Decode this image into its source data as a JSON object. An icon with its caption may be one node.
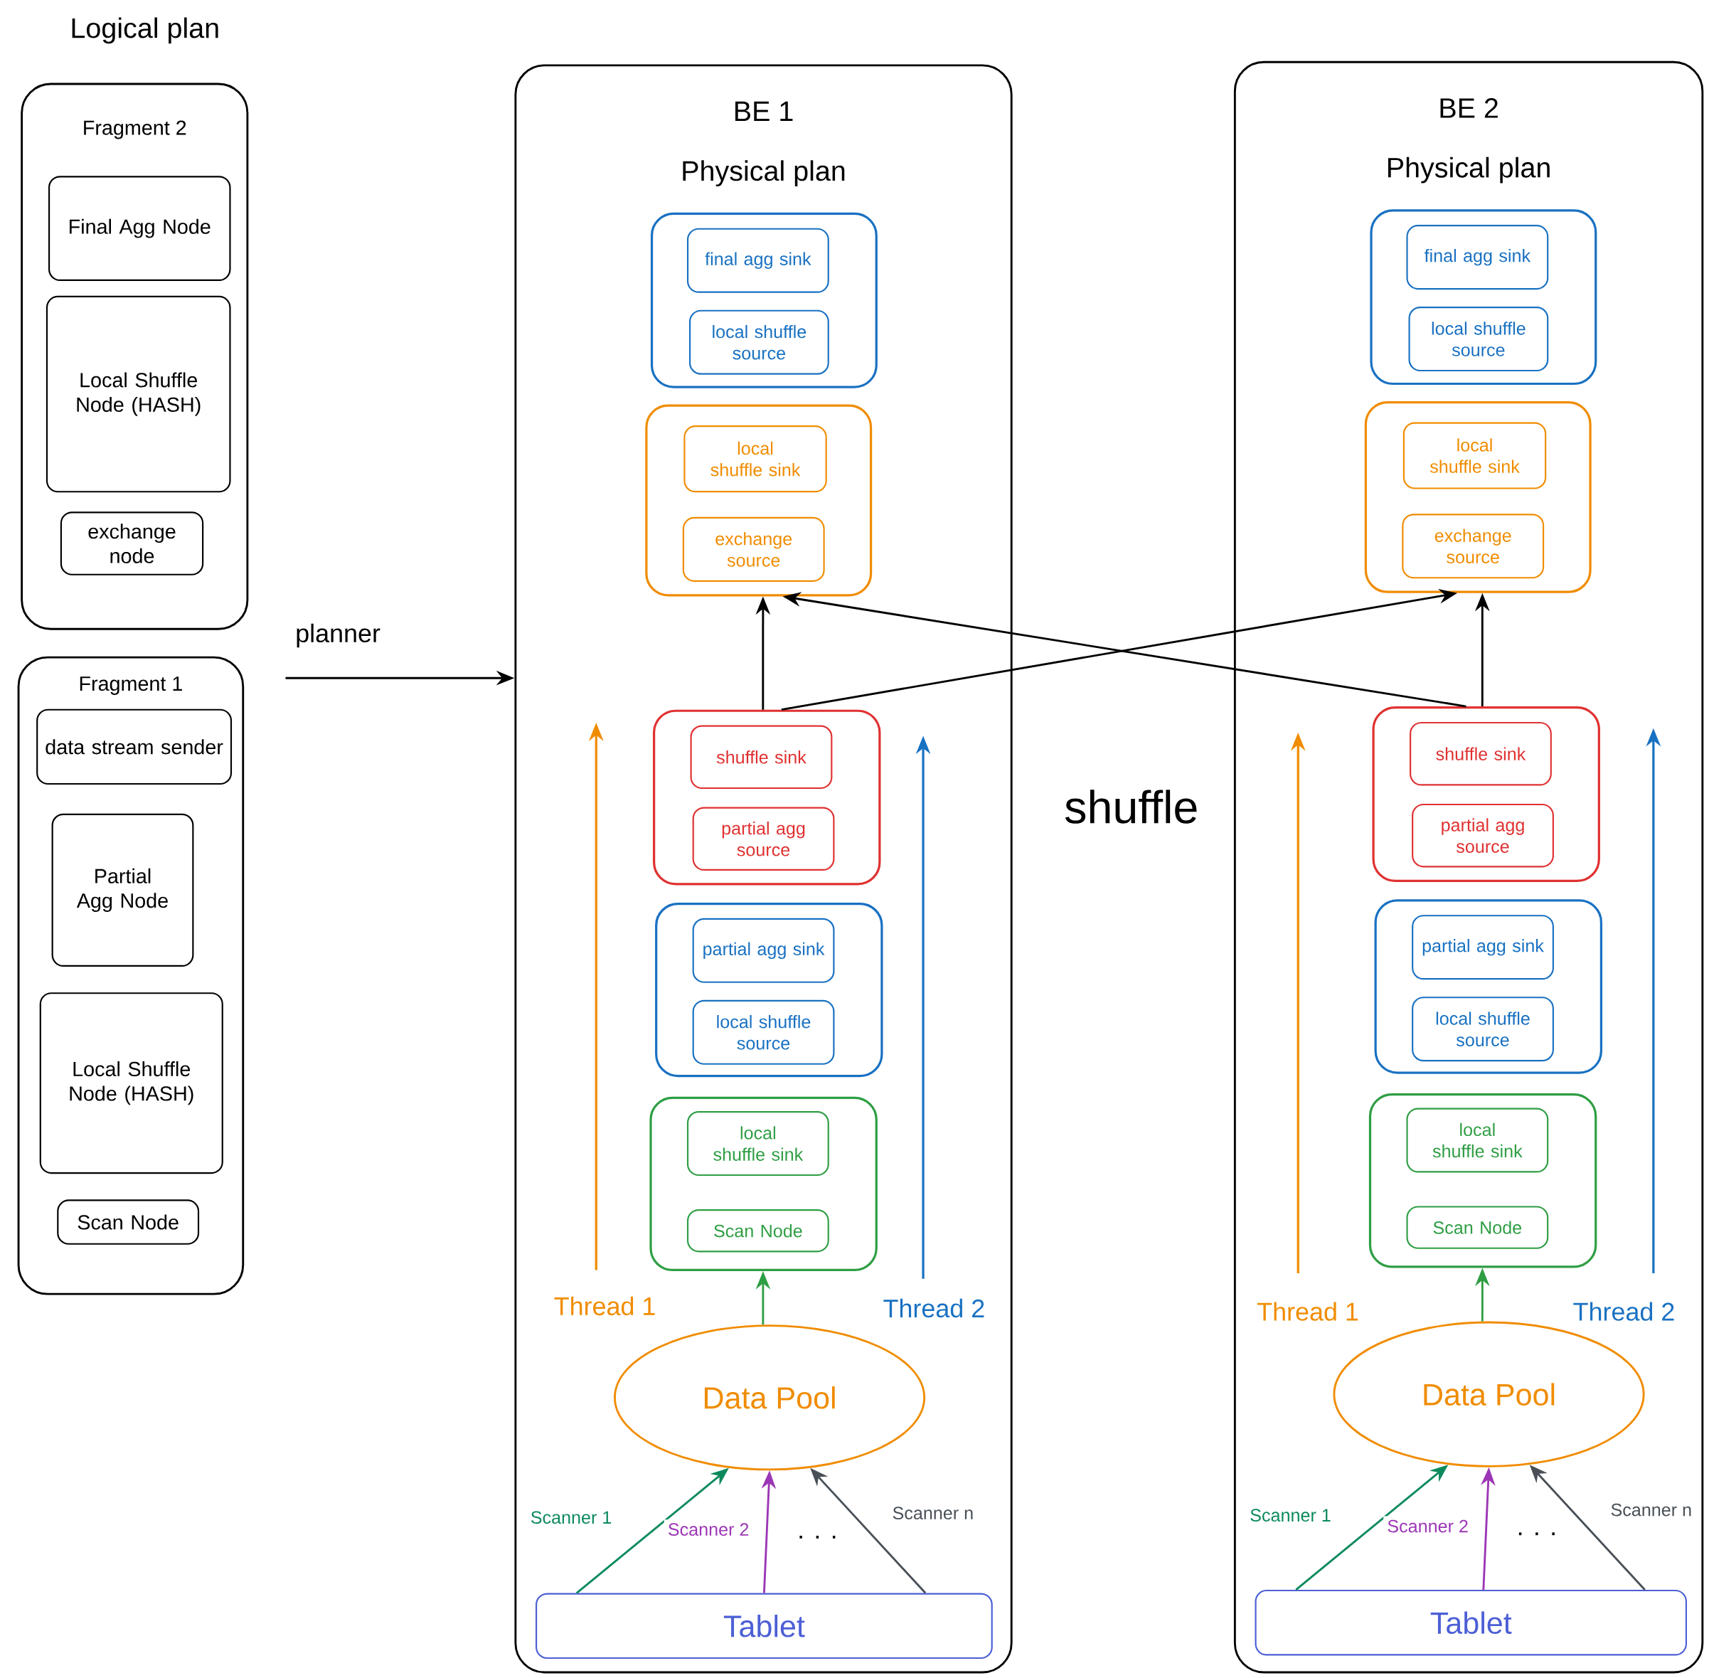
{
  "diagram": {
    "nodes": [
      {
        "text": [
          "Fragment 2"
        ]
      },
      {
        "text": [
          "Final Agg Node"
        ],
        "in": 0
      },
      {
        "text": [
          "Local Shuffle Node (HASH)"
        ],
        "in": 0
      },
      {
        "text": [
          "exchange node"
        ],
        "in": 0
      },
      {
        "text": [
          "Fragment 1"
        ]
      },
      {
        "text": [
          "data stream sender"
        ],
        "in": 4
      },
      {
        "text": [
          "Partial Agg Node"
        ],
        "in": 4
      },
      {
        "text": [
          "Local Shuffle Node (HASH)"
        ],
        "in": 4
      },
      {
        "text": [
          "Scan Node"
        ],
        "in": 4
      },
      {
        "text": [
          "BE 1",
          "Physical plan"
        ]
      },
      {
        "text": [],
        "shape": "box",
        "in": 9
      },
      {
        "text": [
          "final agg sink"
        ],
        "in": 10
      },
      {
        "text": [
          "local shuffle source"
        ],
        "in": 10
      },
      {
        "text": [],
        "shape": "box",
        "in": 9
      },
      {
        "text": [
          "local shuffle sink"
        ],
        "in": 13
      },
      {
        "text": [
          "exchange source"
        ],
        "in": 13
      },
      {
        "text": [],
        "shape": "box",
        "in": 9
      },
      {
        "text": [
          "shuffle sink"
        ],
        "in": 16
      },
      {
        "text": [
          "partial agg source"
        ],
        "in": 16
      },
      {
        "text": [],
        "shape": "box",
        "in": 9
      },
      {
        "text": [
          "partial agg sink"
        ],
        "in": 19
      },
      {
        "text": [
          "local shuffle source"
        ],
        "in": 19
      },
      {
        "text": [],
        "shape": "box",
        "in": 9
      },
      {
        "text": [
          "local shuffle sink"
        ],
        "in": 22
      },
      {
        "text": [
          "Scan Node"
        ],
        "in": 22
      },
      {
        "text": [
          "Data Pool"
        ],
        "in": 9
      },
      {
        "text": [
          "Tablet"
        ],
        "in": 9
      },
      {
        "text": [
          "BE 2",
          "Physical plan"
        ]
      },
      {
        "text": [],
        "shape": "box",
        "in": 27
      },
      {
        "text": [
          "final agg sink"
        ],
        "in": 28
      },
      {
        "text": [
          "local shuffle source"
        ],
        "in": 28
      },
      {
        "text": [],
        "shape": "box",
        "in": 27
      },
      {
        "text": [
          "local shuffle sink"
        ],
        "in": 31
      },
      {
        "text": [
          "exchange source"
        ],
        "in": 31
      },
      {
        "text": [],
        "shape": "box",
        "in": 27
      },
      {
        "text": [
          "shuffle sink"
        ],
        "in": 34
      },
      {
        "text": [
          "partial agg source"
        ],
        "in": 34
      },
      {
        "text": [],
        "shape": "box",
        "in": 27
      },
      {
        "text": [
          "partial agg sink"
        ],
        "in": 37
      },
      {
        "text": [
          "local shuffle source"
        ],
        "in": 37
      },
      {
        "text": [],
        "shape": "box",
        "in": 27
      },
      {
        "text": [
          "local shuffle sink"
        ],
        "in": 40
      },
      {
        "text": [
          "Scan Node"
        ],
        "in": 40
      },
      {
        "text": [
          "Data Pool"
        ],
        "in": 27
      },
      {
        "text": [
          "Tablet"
        ],
        "in": 27
      }
    ],
    "edges": [
      {
        "from": 16,
        "to": 13,
        "arrow": "to"
      },
      {
        "from": 16,
        "to": 31,
        "arrow": "to"
      },
      {
        "from": 34,
        "to": 13,
        "arrow": "to"
      },
      {
        "from": 34,
        "to": 31,
        "arrow": "to"
      },
      {
        "from": 25,
        "to": 22,
        "arrow": "to",
        "color": "#2f9e44"
      },
      {
        "from": 26,
        "to": 25,
        "arrow": "to",
        "label": "Scanner 1",
        "color": "#0c8a5c"
      },
      {
        "from": 26,
        "to": 25,
        "arrow": "to",
        "label": "Scanner 2",
        "color": "#9c36b5"
      },
      {
        "from": 26,
        "to": 25,
        "arrow": "to",
        "label": "Scanner n",
        "color": "#495057"
      },
      {
        "from": 43,
        "to": 40,
        "arrow": "to",
        "color": "#2f9e44"
      },
      {
        "from": 44,
        "to": 43,
        "arrow": "to",
        "label": "Scanner 1",
        "color": "#0c8a5c"
      },
      {
        "from": 44,
        "to": 43,
        "arrow": "to",
        "label": "Scanner 2",
        "color": "#9c36b5"
      },
      {
        "from": 44,
        "to": 43,
        "arrow": "to",
        "label": "Scanner n",
        "color": "#495057"
      },
      {
        "from": null,
        "to": 9,
        "arrow": "to",
        "label": "planner"
      }
    ],
    "labels": [
      "Logical plan",
      "shuffle",
      "Thread 1",
      "Thread 2",
      ". . .",
      "Thread 1",
      "Thread 2",
      ". . ."
    ]
  }
}
